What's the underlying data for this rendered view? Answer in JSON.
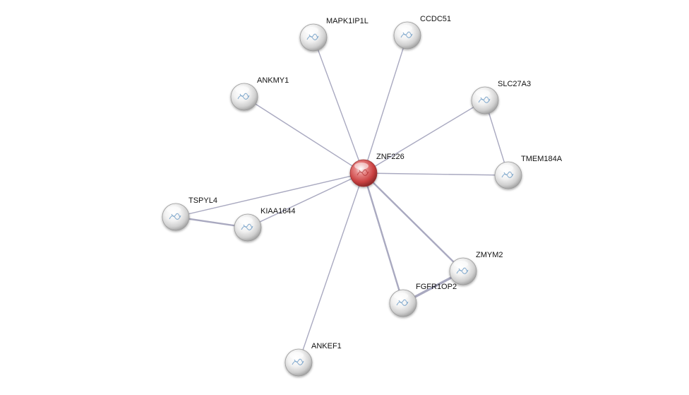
{
  "network": {
    "center": "ZNF226",
    "colors": {
      "center_node": "#d84a4a",
      "neighbor_node": "#e6e6e6",
      "edge": "#a9a9c0"
    },
    "nodes": [
      {
        "id": "ZNF226",
        "label": "ZNF226",
        "query": true
      },
      {
        "id": "MAPK1IP1L",
        "label": "MAPK1IP1L",
        "query": false
      },
      {
        "id": "CCDC51",
        "label": "CCDC51",
        "query": false
      },
      {
        "id": "ANKMY1",
        "label": "ANKMY1",
        "query": false
      },
      {
        "id": "SLC27A3",
        "label": "SLC27A3",
        "query": false
      },
      {
        "id": "TMEM184A",
        "label": "TMEM184A",
        "query": false
      },
      {
        "id": "TSPYL4",
        "label": "TSPYL4",
        "query": false
      },
      {
        "id": "KIAA1644",
        "label": "KIAA1644",
        "query": false
      },
      {
        "id": "ZMYM2",
        "label": "ZMYM2",
        "query": false
      },
      {
        "id": "FGFR1OP2",
        "label": "FGFR1OP2",
        "query": false
      },
      {
        "id": "ANKEF1",
        "label": "ANKEF1",
        "query": false
      }
    ],
    "edges": [
      {
        "source": "ZNF226",
        "target": "MAPK1IP1L",
        "weight": 1
      },
      {
        "source": "ZNF226",
        "target": "CCDC51",
        "weight": 1
      },
      {
        "source": "ZNF226",
        "target": "ANKMY1",
        "weight": 1
      },
      {
        "source": "ZNF226",
        "target": "SLC27A3",
        "weight": 1
      },
      {
        "source": "ZNF226",
        "target": "TMEM184A",
        "weight": 1
      },
      {
        "source": "ZNF226",
        "target": "TSPYL4",
        "weight": 1
      },
      {
        "source": "ZNF226",
        "target": "KIAA1644",
        "weight": 1
      },
      {
        "source": "ZNF226",
        "target": "ZMYM2",
        "weight": 2
      },
      {
        "source": "ZNF226",
        "target": "FGFR1OP2",
        "weight": 2
      },
      {
        "source": "ZNF226",
        "target": "ANKEF1",
        "weight": 1
      },
      {
        "source": "SLC27A3",
        "target": "TMEM184A",
        "weight": 1
      },
      {
        "source": "TSPYL4",
        "target": "KIAA1644",
        "weight": 2
      },
      {
        "source": "ZMYM2",
        "target": "FGFR1OP2",
        "weight": 3
      }
    ]
  }
}
